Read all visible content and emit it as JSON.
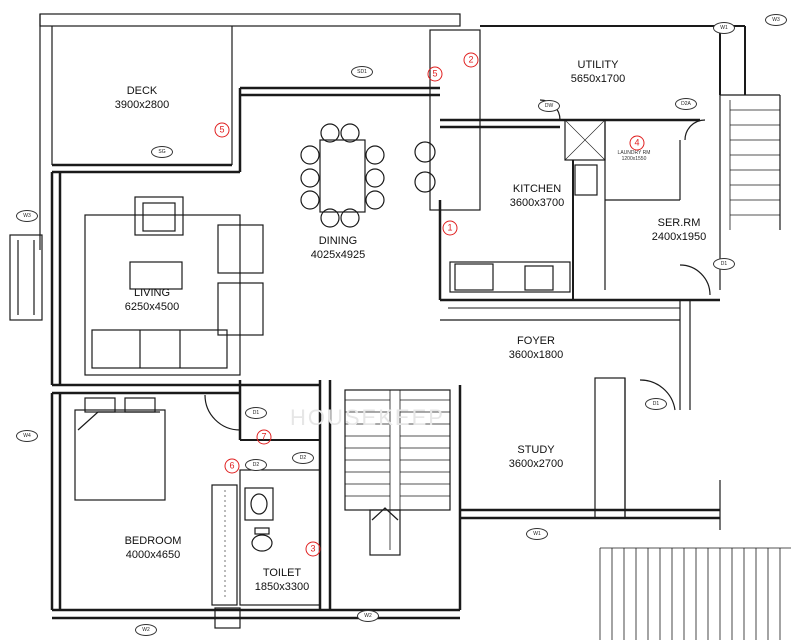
{
  "rooms": [
    {
      "id": "deck",
      "name": "DECK",
      "dims": "3900x2800"
    },
    {
      "id": "dining",
      "name": "DINING",
      "dims": "4025x4925"
    },
    {
      "id": "utility",
      "name": "UTILITY",
      "dims": "5650x1700"
    },
    {
      "id": "kitchen",
      "name": "KITCHEN",
      "dims": "3600x3700"
    },
    {
      "id": "ser-rm",
      "name": "SER.RM",
      "dims": "2400x1950"
    },
    {
      "id": "living",
      "name": "LIVING",
      "dims": "6250x4500"
    },
    {
      "id": "foyer",
      "name": "FOYER",
      "dims": "3600x1800"
    },
    {
      "id": "study",
      "name": "STUDY",
      "dims": "3600x2700"
    },
    {
      "id": "bedroom",
      "name": "BEDROOM",
      "dims": "4000x4650"
    },
    {
      "id": "toilet",
      "name": "TOILET",
      "dims": "1850x3300"
    }
  ],
  "laundry": {
    "name": "LAUNDRY RM",
    "dims": "1200x1550"
  },
  "markers": [
    "1",
    "2",
    "3",
    "4",
    "5",
    "5",
    "6",
    "7"
  ],
  "tags": {
    "sd1": "SD1",
    "w1": "W1",
    "d2a": "D2A",
    "dw": "DW",
    "sg": "SG",
    "w3a": "W3",
    "w3b": "W3",
    "w4": "W4",
    "d1a": "D1",
    "d2b": "D2",
    "d2c": "D2",
    "d1b": "D1",
    "d1c": "D1",
    "w1b": "W1",
    "w2": "W2",
    "w2b": "W2"
  },
  "watermark": "HOUSEKEEP",
  "colors": {
    "line": "#1a1a1a",
    "marker": "#e02020"
  }
}
